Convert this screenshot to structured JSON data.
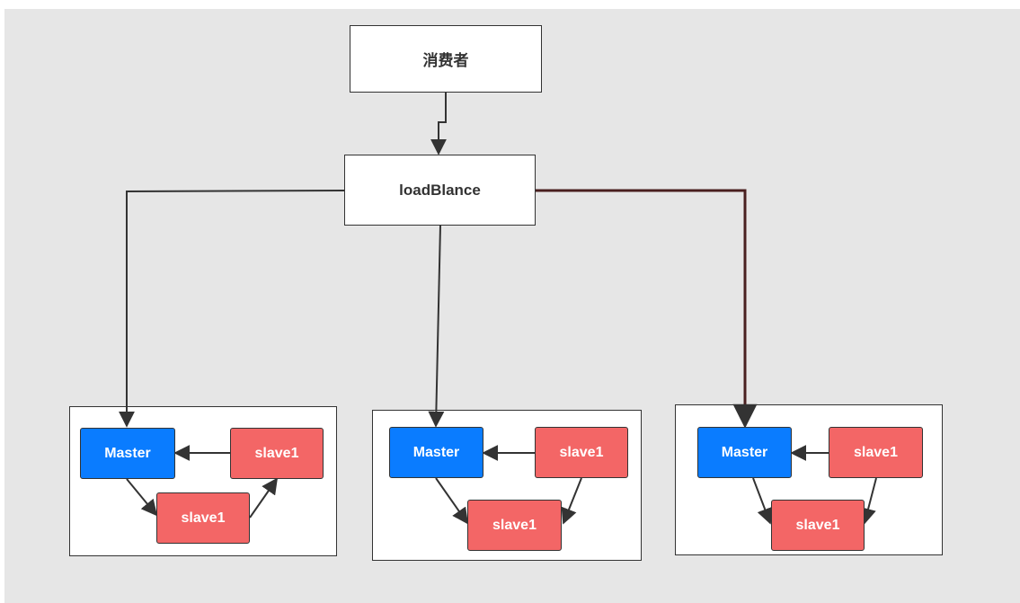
{
  "nodes": {
    "consumer": "消费者",
    "load_balancer": "loadBlance"
  },
  "clusters": [
    {
      "master": "Master",
      "slave_right": "slave1",
      "slave_bottom": "slave1"
    },
    {
      "master": "Master",
      "slave_right": "slave1",
      "slave_bottom": "slave1"
    },
    {
      "master": "Master",
      "slave_right": "slave1",
      "slave_bottom": "slave1"
    }
  ],
  "colors": {
    "background": "#e6e6e6",
    "master": "#0a7cff",
    "slave": "#f36666",
    "line": "#333333",
    "highlight_line": "#4a2020"
  }
}
